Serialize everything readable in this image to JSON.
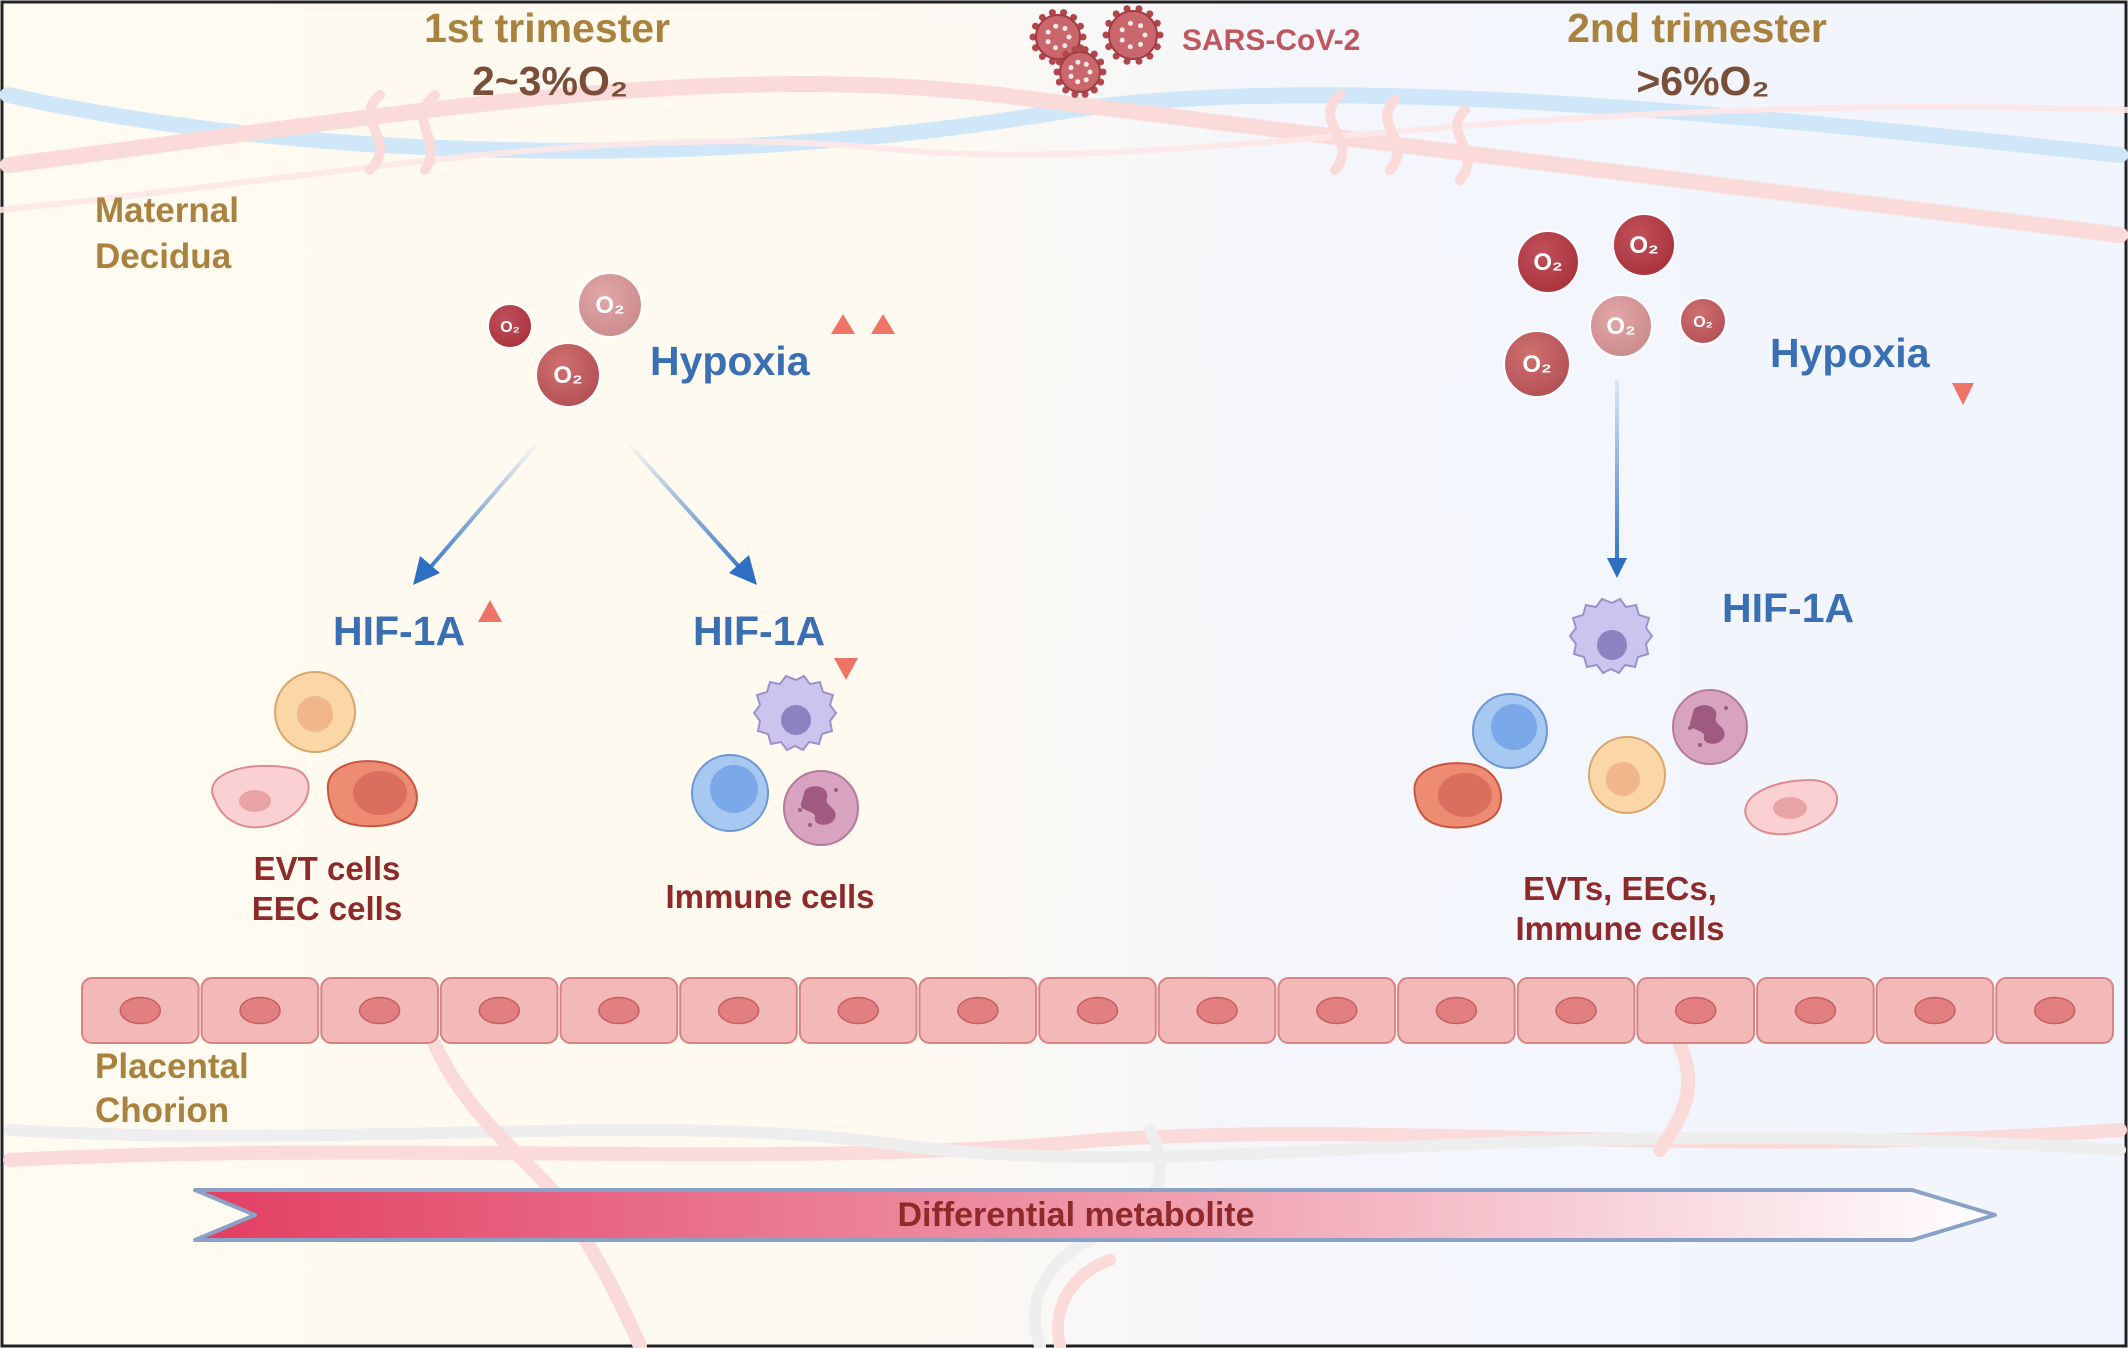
{
  "header": {
    "left_title": "1st trimester",
    "left_oxygen": "2~3%O₂",
    "right_title": "2nd trimester",
    "right_oxygen": ">6%O₂",
    "virus_label": "SARS-CoV-2"
  },
  "regions": {
    "maternal_line1": "Maternal",
    "maternal_line2": "Decidua",
    "placental_line1": "Placental",
    "placental_line2": "Chorion"
  },
  "left_panel": {
    "hypoxia_label": "Hypoxia",
    "hypoxia_trend": "up-up",
    "branch_a": {
      "hif_label": "HIF-1A",
      "trend": "up",
      "cell_line1": "EVT cells",
      "cell_line2": "EEC cells"
    },
    "branch_b": {
      "hif_label": "HIF-1A",
      "trend": "down",
      "cell_label": "Immune cells"
    }
  },
  "right_panel": {
    "hypoxia_label": "Hypoxia",
    "hypoxia_trend": "down",
    "hif_label": "HIF-1A",
    "cell_line1": "EVTs, EECs,",
    "cell_line2": "Immune cells"
  },
  "o2_label": "O₂",
  "bottom_arrow": {
    "label": "Differential metabolite",
    "gradient_from": "#e23e62",
    "gradient_to": "#ffffff"
  },
  "colors": {
    "text_gold": "#a8823e",
    "text_blue": "#3a6fb3",
    "text_darkred": "#8e2a2a",
    "trend_arrow": "#ee7468",
    "flow_arrow": "#2e6fc4",
    "left_background": "#fffbf1",
    "right_background": "#f1f5fd"
  },
  "icons": {
    "virus": "virus-icon",
    "o2": "o2-molecule-icon",
    "trend_up": "arrow-up-icon",
    "trend_down": "arrow-down-icon"
  }
}
